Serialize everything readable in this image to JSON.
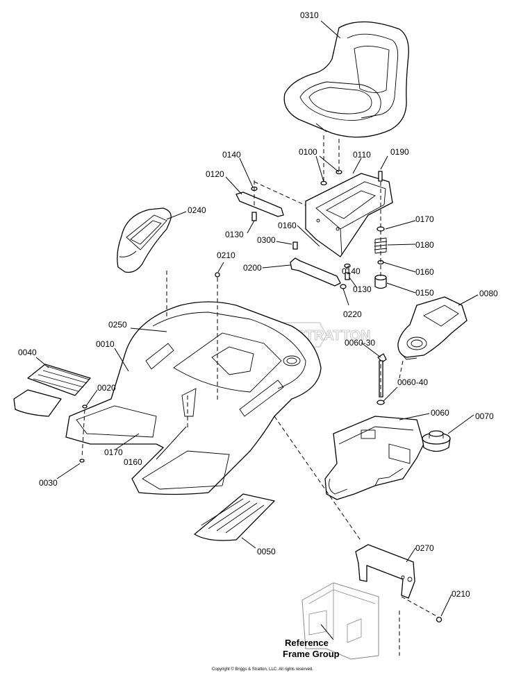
{
  "labels": [
    {
      "id": "0310",
      "text": "0310"
    },
    {
      "id": "0100",
      "text": "0100"
    },
    {
      "id": "0110",
      "text": "0110"
    },
    {
      "id": "0190",
      "text": "0190"
    },
    {
      "id": "0140a",
      "text": "0140"
    },
    {
      "id": "0120",
      "text": "0120"
    },
    {
      "id": "0240",
      "text": "0240"
    },
    {
      "id": "0130a",
      "text": "0130"
    },
    {
      "id": "0160a",
      "text": "0160"
    },
    {
      "id": "0170a",
      "text": "0170"
    },
    {
      "id": "0300",
      "text": "0300"
    },
    {
      "id": "0180",
      "text": "0180"
    },
    {
      "id": "0210a",
      "text": "0210"
    },
    {
      "id": "0200",
      "text": "0200"
    },
    {
      "id": "0140b",
      "text": "0140"
    },
    {
      "id": "0160b",
      "text": "0160"
    },
    {
      "id": "0130b",
      "text": "0130"
    },
    {
      "id": "0150",
      "text": "0150"
    },
    {
      "id": "0080",
      "text": "0080"
    },
    {
      "id": "0220",
      "text": "0220"
    },
    {
      "id": "0250",
      "text": "0250"
    },
    {
      "id": "0010",
      "text": "0010"
    },
    {
      "id": "0060-30",
      "text": "0060-30"
    },
    {
      "id": "0040",
      "text": "0040"
    },
    {
      "id": "0020",
      "text": "0020"
    },
    {
      "id": "0060-40",
      "text": "0060-40"
    },
    {
      "id": "0060",
      "text": "0060"
    },
    {
      "id": "0070",
      "text": "0070"
    },
    {
      "id": "0170b",
      "text": "0170"
    },
    {
      "id": "0160c",
      "text": "0160"
    },
    {
      "id": "0030",
      "text": "0030"
    },
    {
      "id": "0050",
      "text": "0050"
    },
    {
      "id": "0270",
      "text": "0270"
    },
    {
      "id": "0210b",
      "text": "0210"
    }
  ],
  "reference": {
    "line1": "Reference",
    "line2": "Frame Group"
  },
  "copyright": "Copyright © Briggs & Stratton, LLC. All rights reserved.",
  "watermark": "BRIGGS & STRATTON"
}
